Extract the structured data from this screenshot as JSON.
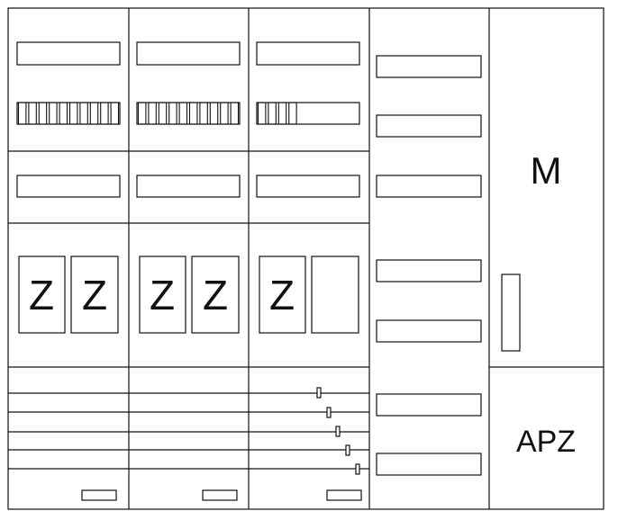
{
  "meter_columns": [
    {
      "id": "col-1",
      "din_modules": 10,
      "meters": [
        "Z",
        "Z"
      ]
    },
    {
      "id": "col-2",
      "din_modules": 10,
      "meters": [
        "Z",
        "Z"
      ]
    },
    {
      "id": "col-3",
      "din_modules": 4,
      "meters": [
        "Z",
        ""
      ]
    }
  ],
  "right_panel": {
    "upper_label": "M",
    "lower_label": "APZ"
  },
  "busbar": {
    "lines": 5,
    "taps": 5
  },
  "colors": {
    "line": "#111111",
    "background": "#ffffff"
  }
}
